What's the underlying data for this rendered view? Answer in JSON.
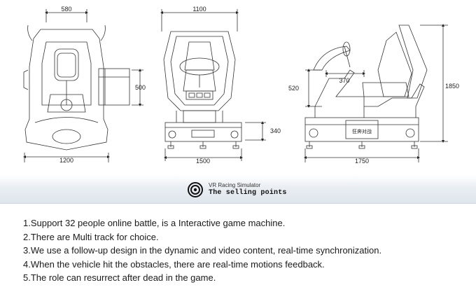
{
  "dimensions": {
    "top_width": "580",
    "top_side": "500",
    "top_base": "1200",
    "front_top": "1100",
    "front_base": "1500",
    "front_platform": "340",
    "side_seat_height": "520",
    "side_depth": "370",
    "side_total_height": "1850",
    "side_length": "1750"
  },
  "plate_text": "狂奔对战",
  "banner": {
    "title": "VR Racing Simulator",
    "subtitle": "The selling points"
  },
  "selling_points": [
    "1.Support 32 people online battle, is a Interactive game machine.",
    "2.There are Multi track for choice.",
    "3.We use a follow-up design in the dynamic and video content, real-time synchronization.",
    "4.When the vehicle hit the obstacles, there are real-time motions feedback.",
    "5.The role can resurrect after dead in the game."
  ]
}
